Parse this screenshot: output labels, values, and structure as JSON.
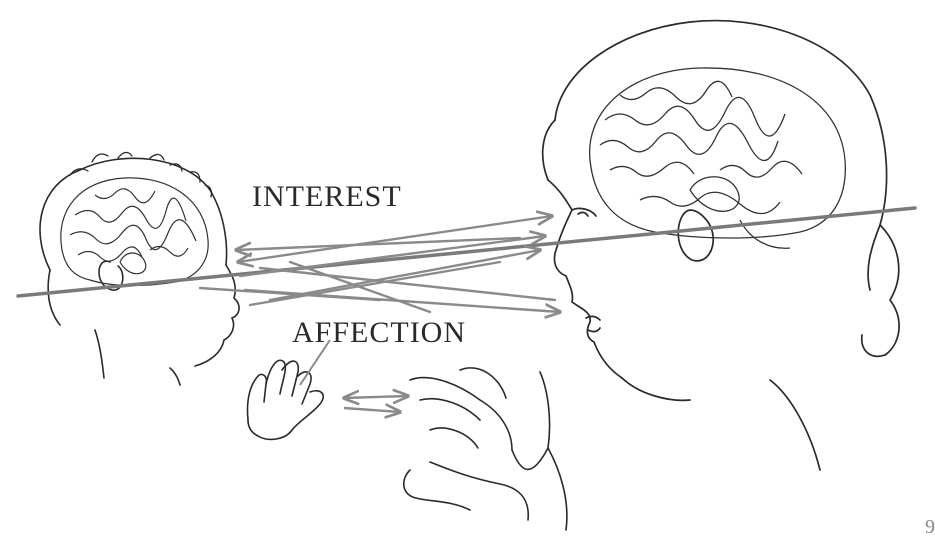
{
  "labels": {
    "interest": "INTEREST",
    "affection": "AFFECTION",
    "corner_mark": "9"
  },
  "colors": {
    "ink": "#2a2a2a",
    "arrow": "#8a8a8a",
    "axis": "#7a7a7a"
  },
  "figures": {
    "infant": "infant-head-with-brain",
    "mother": "adult-head-with-brain",
    "hands": "infant-and-adult-hands"
  }
}
